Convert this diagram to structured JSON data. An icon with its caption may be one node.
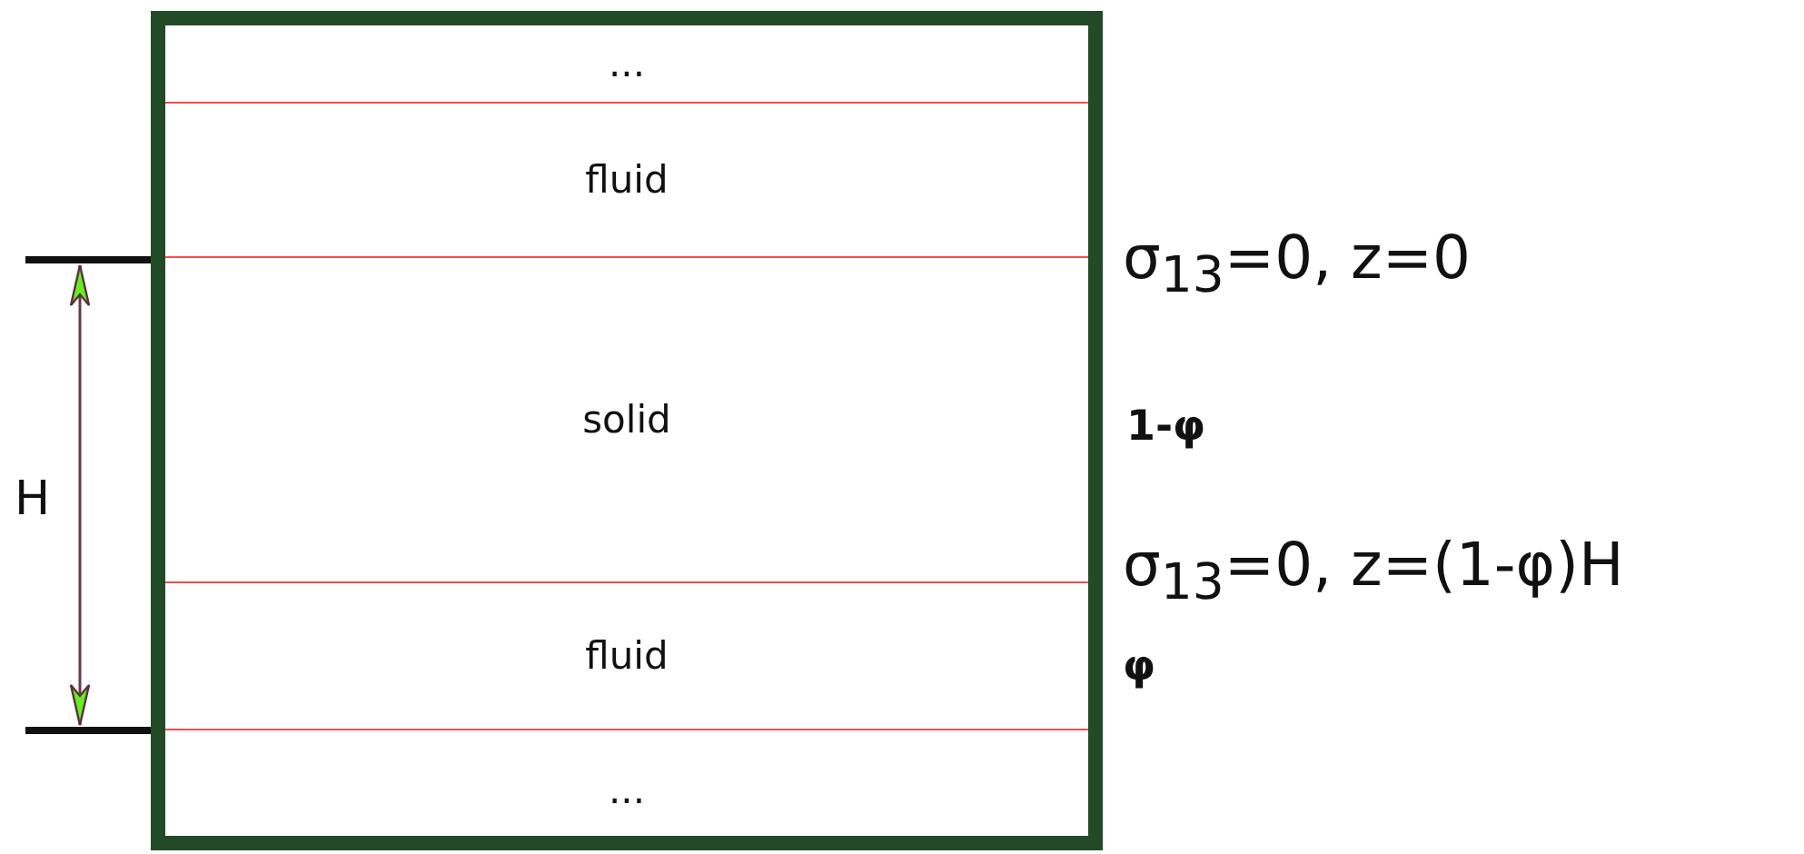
{
  "diagram": {
    "nodes": [
      {
        "text": [],
        "shape": "box"
      },
      {
        "text": [
          "..."
        ],
        "in": 0
      },
      {
        "text": [
          "fluid"
        ],
        "in": 0
      },
      {
        "text": [
          "solid"
        ],
        "in": 0
      },
      {
        "text": [
          "fluid"
        ],
        "in": 0
      },
      {
        "text": [
          "..."
        ],
        "in": 0
      }
    ],
    "labels": [
      "σ$_{13}$=0, z=0",
      "1-φ",
      "σ$_{13}$=0, z=(1-φ)H",
      "φ",
      "H"
    ]
  }
}
